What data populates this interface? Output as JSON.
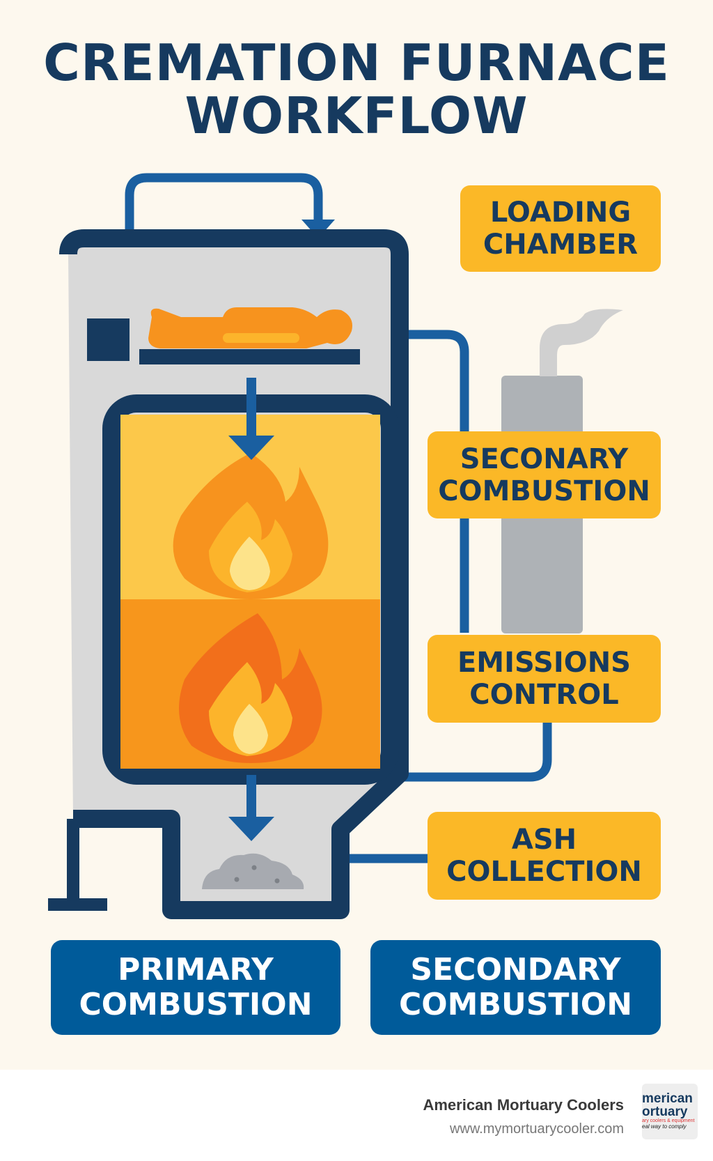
{
  "title": {
    "line1": "CREMATION FURNACE",
    "line2": "WORKFLOW"
  },
  "labels": {
    "loading": {
      "line1": "LOADING",
      "line2": "CHAMBER"
    },
    "secondary": {
      "line1": "SECONARY",
      "line2": "COMBUSTION"
    },
    "emissions": {
      "line1": "EMISSIONS",
      "line2": "CONTROL"
    },
    "ash": {
      "line1": "ASH",
      "line2": "COLLECTION"
    }
  },
  "buttons": {
    "primary": {
      "line1": "PRIMARY",
      "line2": "COMBUSTION"
    },
    "secondary": {
      "line1": "SECONDARY",
      "line2": "COMBUSTION"
    }
  },
  "footer": {
    "company": "American Mortuary Coolers",
    "url": "www.mymortuarycooler.com",
    "logo": {
      "line1": "merican",
      "line2": "ortuary",
      "line3": "ary coolers & equipment",
      "line4": "eal way to comply"
    }
  },
  "colors": {
    "navy": "#163a5f",
    "blue": "#005b9a",
    "yellow": "#fbb827",
    "orange": "#f7961c"
  }
}
